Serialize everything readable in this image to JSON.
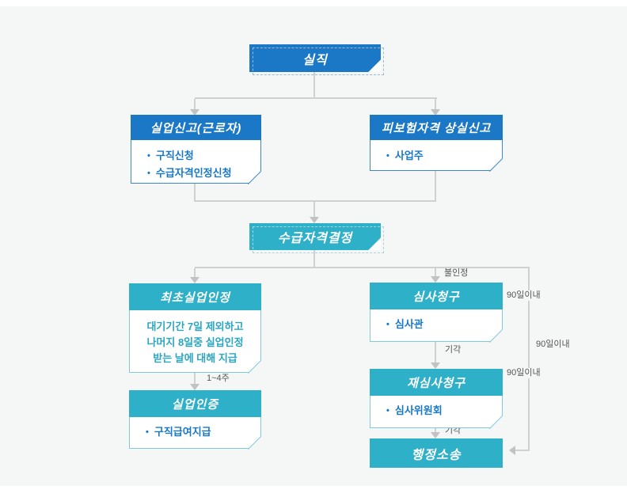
{
  "colors": {
    "blue": "#1b78c6",
    "teal": "#2fb0c9",
    "line_gray": "#cfd0d0",
    "bullet_text_blue": "#1778c8",
    "note_text_teal": "#2ba6c0",
    "background": "#f5f6f6"
  },
  "nodes": {
    "siljik": {
      "title": "실직"
    },
    "sileop_singo": {
      "title": "실업신고(근로자)",
      "bullets": [
        "구직신청",
        "수급자격인정신청"
      ]
    },
    "piboheom": {
      "title": "피보험자격 상실신고",
      "bullets": [
        "사업주"
      ]
    },
    "sugeup": {
      "title": "수급자격결정"
    },
    "choecho": {
      "title": "최초실업인정",
      "note_lines": [
        "대기기간 7일 제외하고",
        "나머지 8일중 실업인정",
        "받는 날에 대해 지급"
      ]
    },
    "injeung": {
      "title": "실업인증",
      "bullets": [
        "구직급여지급"
      ]
    },
    "simsa": {
      "title": "심사청구",
      "bullets": [
        "심사관"
      ]
    },
    "jaesimsa": {
      "title": "재심사청구",
      "bullets": [
        "심사위원회"
      ]
    },
    "haengjeong": {
      "title": "행정소송"
    }
  },
  "edge_labels": {
    "weeks": "1~4주",
    "rejected": "불인정",
    "dismissed1": "기각",
    "dismissed2": "기각",
    "within90_1": "90일이내",
    "within90_2": "90일이내",
    "within90_3": "90일이내"
  }
}
